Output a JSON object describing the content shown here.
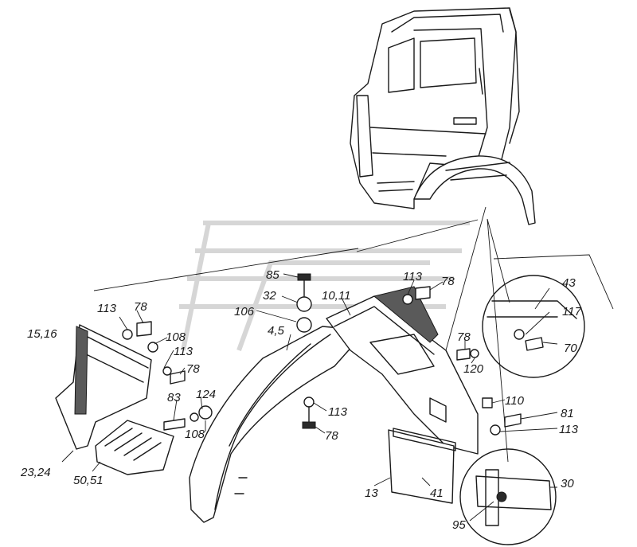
{
  "callouts": [
    {
      "id": "c-85",
      "text": "85"
    },
    {
      "id": "c-32",
      "text": "32"
    },
    {
      "id": "c-106",
      "text": "106"
    },
    {
      "id": "c-4-5",
      "text": "4,5"
    },
    {
      "id": "c-10-11",
      "text": "10,11"
    },
    {
      "id": "c-113-top",
      "text": "113"
    },
    {
      "id": "c-78-top",
      "text": "78"
    },
    {
      "id": "c-43",
      "text": "43"
    },
    {
      "id": "c-117",
      "text": "117"
    },
    {
      "id": "c-70",
      "text": "70"
    },
    {
      "id": "c-78-mid",
      "text": "78"
    },
    {
      "id": "c-120",
      "text": "120"
    },
    {
      "id": "c-113-left",
      "text": "113"
    },
    {
      "id": "c-78-left",
      "text": "78"
    },
    {
      "id": "c-15-16",
      "text": "15,16"
    },
    {
      "id": "c-108-a",
      "text": "108"
    },
    {
      "id": "c-113-b",
      "text": "113"
    },
    {
      "id": "c-78-b",
      "text": "78"
    },
    {
      "id": "c-83",
      "text": "83"
    },
    {
      "id": "c-124",
      "text": "124"
    },
    {
      "id": "c-108-b",
      "text": "108"
    },
    {
      "id": "c-113-c",
      "text": "113"
    },
    {
      "id": "c-78-c",
      "text": "78"
    },
    {
      "id": "c-110",
      "text": "110"
    },
    {
      "id": "c-81",
      "text": "81"
    },
    {
      "id": "c-113-d",
      "text": "113"
    },
    {
      "id": "c-23-24",
      "text": "23,24"
    },
    {
      "id": "c-50-51",
      "text": "50,51"
    },
    {
      "id": "c-13",
      "text": "13"
    },
    {
      "id": "c-41",
      "text": "41"
    },
    {
      "id": "c-30",
      "text": "30"
    },
    {
      "id": "c-95",
      "text": "95"
    }
  ]
}
